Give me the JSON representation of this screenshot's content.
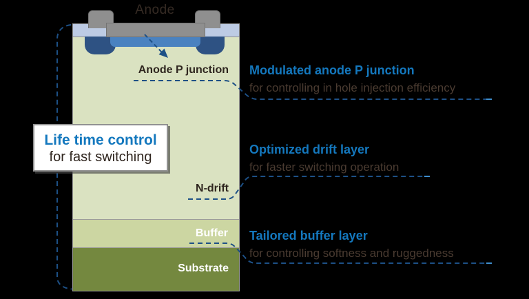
{
  "diagram_title_context": "Diode cross-section with fast-switching features",
  "device": {
    "anode_label": "Anode",
    "anode_p_junction_label": "Anode P junction",
    "n_drift_label": "N-drift",
    "buffer_label": "Buffer",
    "substrate_label": "Substrate",
    "colors": {
      "n_drift_green": "#dae2c1",
      "buffer_green": "#ccd6a2",
      "substrate_olive": "#74883f",
      "metal_gray": "#8f8f8f",
      "contact_lavender": "#bdcbe4",
      "p_junction_blue": "#4a82c0",
      "p_guard_dark_blue": "#2e5283",
      "outline_gray": "#9b9b9b"
    }
  },
  "callout": {
    "title": "Life time control",
    "subtitle": "for fast switching"
  },
  "annotations": [
    {
      "title": "Modulated anode P junction",
      "subtitle": "for controlling in hole injection efficiency"
    },
    {
      "title": "Optimized drift layer",
      "subtitle": "for faster switching operation"
    },
    {
      "title": "Tailored buffer layer",
      "subtitle": "for controlling softness and ruggedness"
    }
  ],
  "colors": {
    "background": "#000000",
    "accent_blue_text": "#1478be",
    "dark_text": "#30261f",
    "subtitle_text": "#4a3b31",
    "dashed_line_blue": "#1d5086",
    "dashed_line_end_light": "#3e8ecd",
    "white_text": "#ffffff"
  }
}
